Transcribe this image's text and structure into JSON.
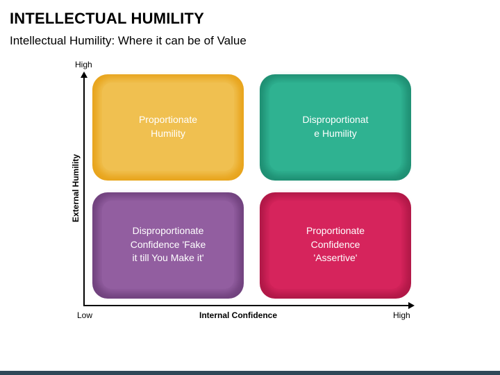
{
  "header": {
    "title": "INTELLECTUAL HUMILITY",
    "subtitle": "Intellectual Humility: Where it can be of Value"
  },
  "axes": {
    "y_label": "External Humility",
    "y_high": "High",
    "x_label": "Internal Confidence",
    "x_low": "Low",
    "x_high": "High"
  },
  "quadrants": [
    {
      "label": "Proportionate\nHumility",
      "color_outer": "#e8a41c",
      "color_inner": "#f0c050"
    },
    {
      "label": "Disproportionat\ne Humility",
      "color_outer": "#1f8f73",
      "color_inner": "#2fb291"
    },
    {
      "label": "Disproportionate\nConfidence 'Fake\nit till You Make it'",
      "color_outer": "#71427e",
      "color_inner": "#925ea0"
    },
    {
      "label": "Proportionate\nConfidence\n'Assertive'",
      "color_outer": "#b01847",
      "color_inner": "#d6245c"
    }
  ],
  "footer": {
    "bar_color": "#2f4858"
  }
}
